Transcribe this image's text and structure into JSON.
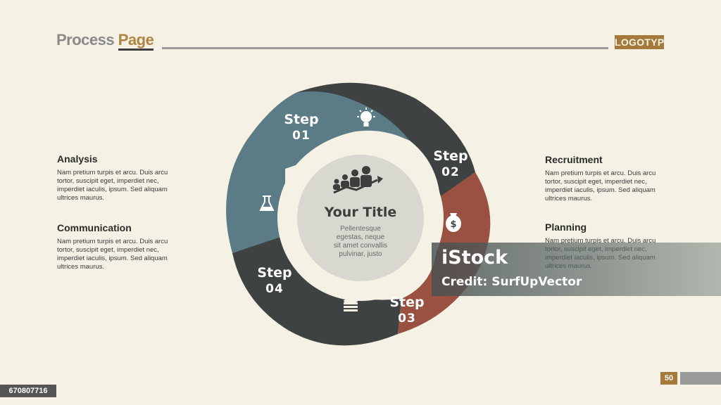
{
  "header": {
    "title_plain": "Process",
    "title_accent": "Page",
    "logo": "LOGOTYPE"
  },
  "left_blocks": [
    {
      "title": "Analysis",
      "text": "Nam pretium turpis et arcu. Duis arcu tortor, suscipit eget, imperdiet nec, imperdiet iaculis, ipsum. Sed aliquam ultrices maurus."
    },
    {
      "title": "Communication",
      "text": "Nam pretium turpis et arcu. Duis arcu tortor, suscipit eget, imperdiet nec, imperdiet iaculis, ipsum. Sed aliquam ultrices maurus."
    }
  ],
  "right_blocks": [
    {
      "title": "Recruitment",
      "text": "Nam pretium turpis et arcu. Duis arcu tortor, suscipit eget, imperdiet nec, imperdiet iaculis, ipsum. Sed aliquam ultrices maurus."
    },
    {
      "title": "Planning",
      "text": "Nam pretium turpis et arcu. Duis arcu tortor, suscipit eget, imperdiet nec, imperdiet iaculis, ipsum. Sed aliquam ultrices maurus."
    }
  ],
  "steps": [
    {
      "label": "Step",
      "num": "01",
      "icon": "lightbulb-icon",
      "color": "#5b7b86"
    },
    {
      "label": "Step",
      "num": "02",
      "icon": "money-bag-icon",
      "color": "#3f4242"
    },
    {
      "label": "Step",
      "num": "03",
      "icon": "coins-stack-icon",
      "color": "#9a5141"
    },
    {
      "label": "Step",
      "num": "04",
      "icon": "flask-icon",
      "color": "#3f4242"
    }
  ],
  "center": {
    "title": "Your Title",
    "lines": [
      "Pellentesque",
      "egestas, neque",
      "sit amet convallis",
      "pulvinar, justo"
    ],
    "icon": "team-growth-icon"
  },
  "watermark": {
    "brand": "iStock",
    "credit": "Credit: SurfUpVector"
  },
  "footer": {
    "page_number": "50",
    "stock_id": "670807716"
  }
}
